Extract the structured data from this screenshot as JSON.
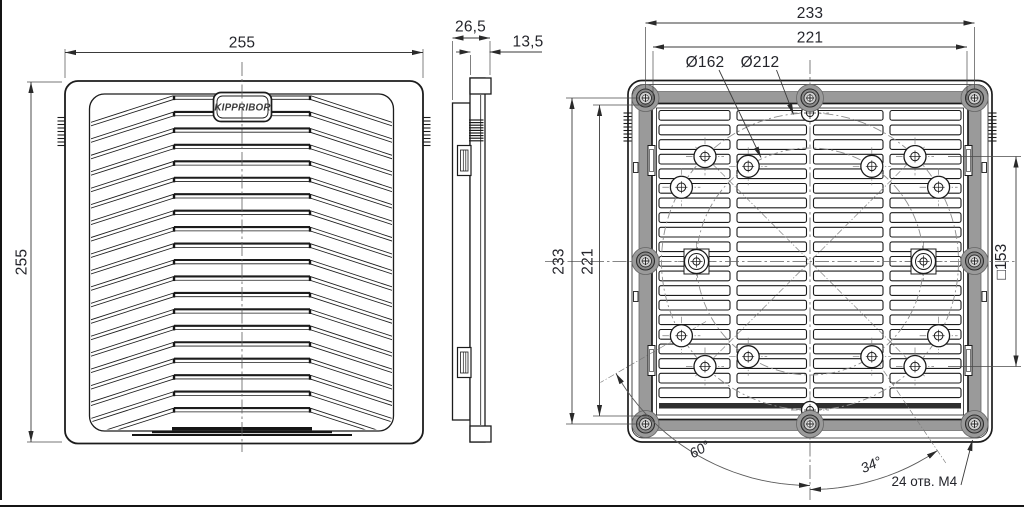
{
  "drawing": {
    "brand": "KIPPRIBOR",
    "views": {
      "front": {
        "width": "255",
        "height": "255"
      },
      "side": {
        "depth": "26,5",
        "flange_offset": "13,5"
      },
      "back": {
        "outer_width": "233",
        "inner_width": "221",
        "outer_height": "233",
        "inner_height": "221",
        "bolt_circle_small": "Ø162",
        "bolt_circle_large": "Ø212",
        "square": "□153",
        "angle_left": "60°",
        "angle_right": "34°",
        "holes_note": "24 отв. M4"
      }
    }
  }
}
